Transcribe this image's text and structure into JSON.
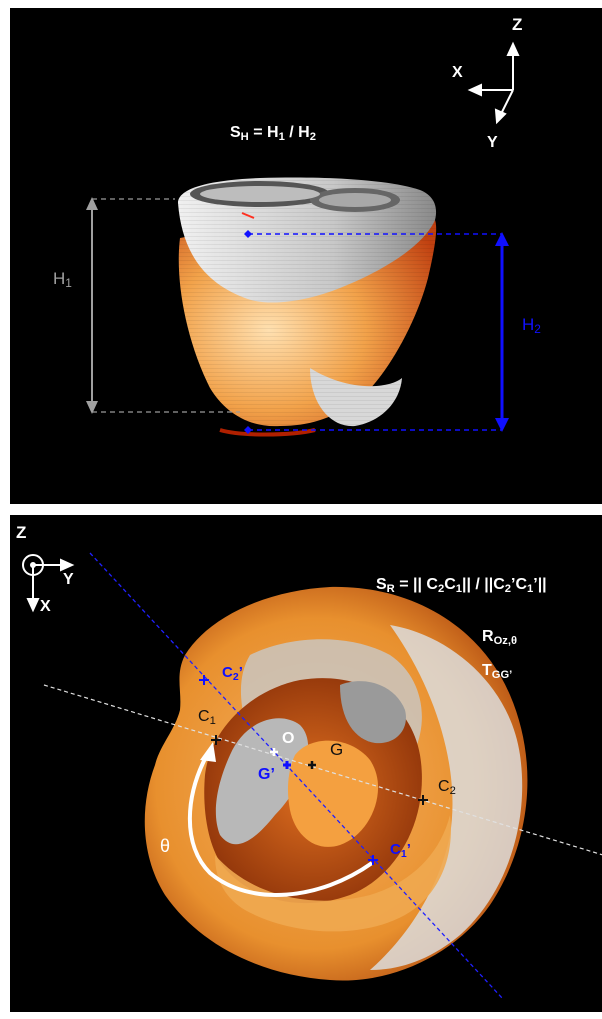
{
  "top_panel": {
    "axis_z": "Z",
    "axis_x": "X",
    "axis_y": "Y",
    "formula": {
      "main": "S",
      "main_sub": "H",
      "eq": " = H",
      "sub1": "1",
      "mid": " / H",
      "sub2": "2"
    },
    "h1": {
      "main": "H",
      "sub": "1"
    },
    "h2": {
      "main": "H",
      "sub": "2"
    }
  },
  "bottom_panel": {
    "axis_z": "Z",
    "axis_x": "X",
    "axis_y": "Y",
    "formula": {
      "main": "S",
      "main_sub": "R",
      "eq": " = || C",
      "s1": "2",
      "c": "C",
      "s2": "1",
      "mid": "|| / ||C",
      "s3": "2",
      "p1": "’C",
      "s4": "1",
      "end": "’||"
    },
    "rotation": {
      "main": "R",
      "sub": "Oz,θ"
    },
    "translation": {
      "main": "T",
      "sub": "GG’"
    },
    "points": {
      "c1": {
        "main": "C",
        "sub": "1"
      },
      "c2": {
        "main": "C",
        "sub": "2"
      },
      "c1p": {
        "main": "C",
        "sub": "1",
        "prime": "’"
      },
      "c2p": {
        "main": "C",
        "sub": "2",
        "prime": "’"
      },
      "o": "O",
      "g": "G",
      "gp": "G’",
      "theta": "θ"
    }
  },
  "colors": {
    "background": "#000000",
    "h2_blue": "#1010ff",
    "h1_gray": "#a0a0a0",
    "heart_orange": "#f0a040",
    "heart_white": "#d8d8d8"
  }
}
